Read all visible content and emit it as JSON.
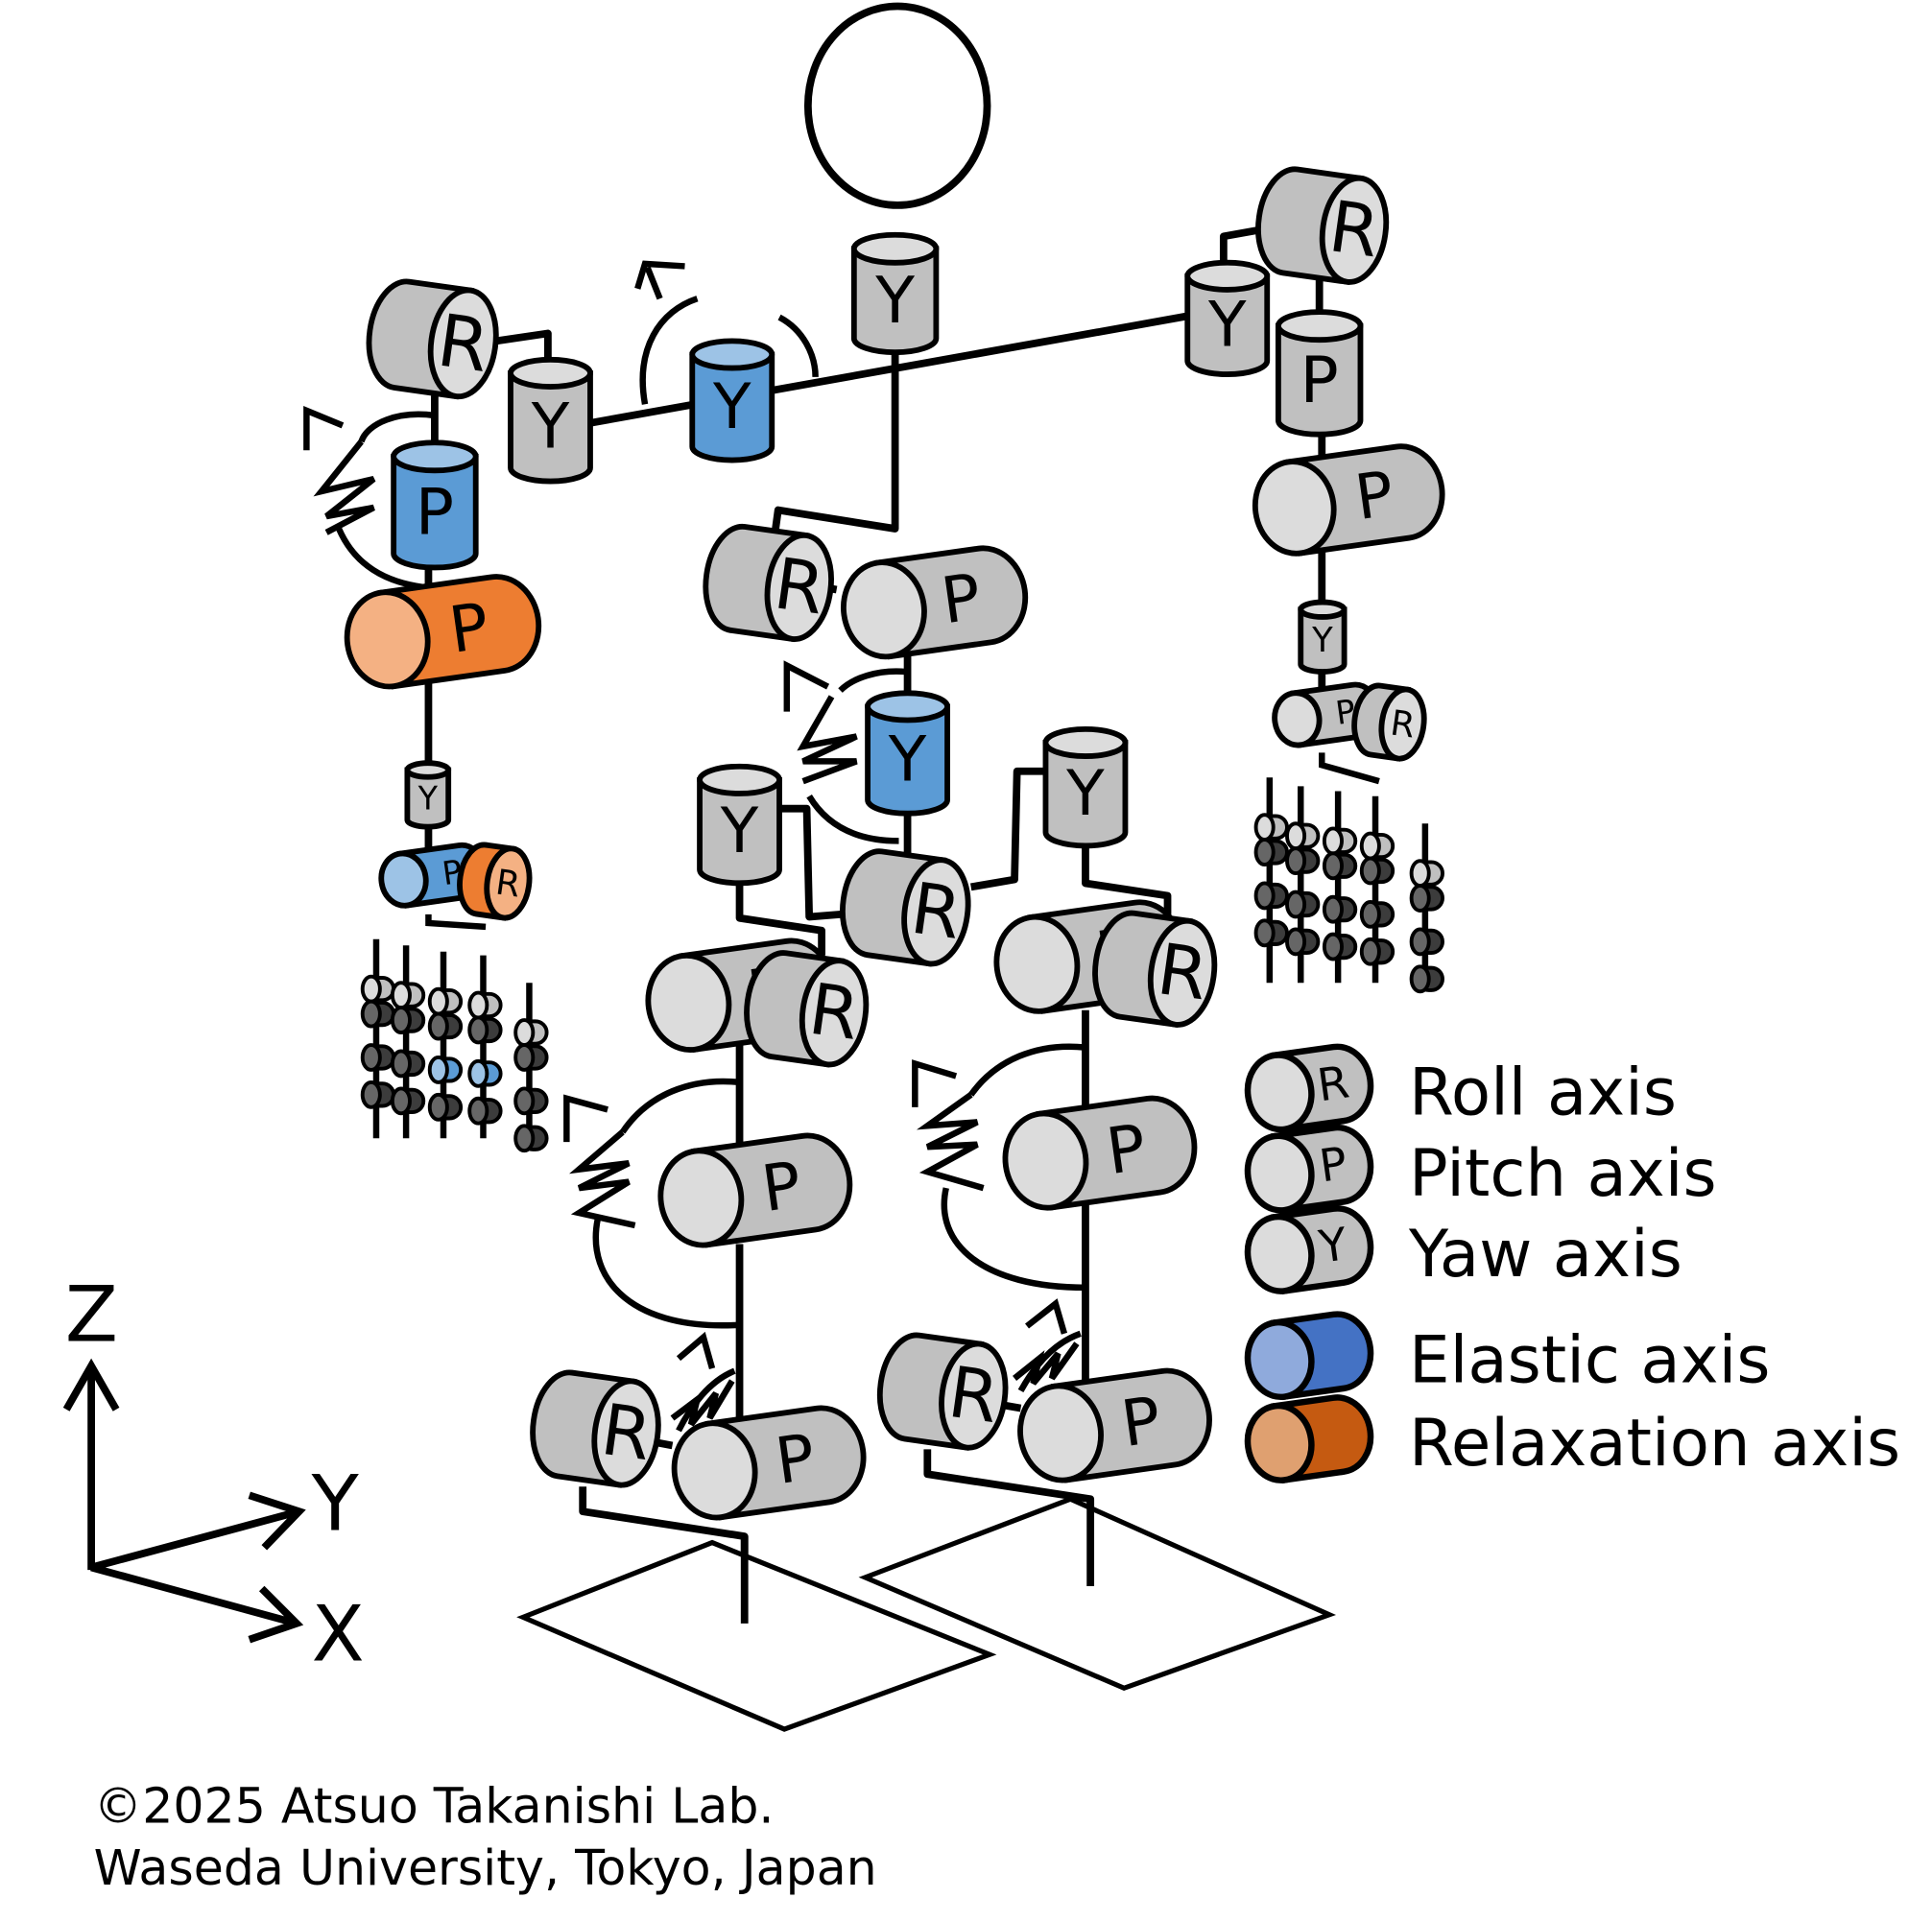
{
  "diagram": {
    "colors": {
      "normal_body": "#c0c0c0",
      "normal_face": "#dcdcdc",
      "elastic_body": "#5b9bd5",
      "elastic_face": "#9dc3e6",
      "relaxation_body": "#ed7d31",
      "relaxation_face": "#f4b183",
      "finger_dark": "#3c3c3c",
      "legend_elastic_body": "#4472c4",
      "legend_elastic_face": "#8faadc",
      "legend_relaxation_body": "#c55a11",
      "legend_relaxation_face": "#dfa070"
    },
    "joints": [
      {
        "label": "Y",
        "type": "normal"
      },
      {
        "label": "Y",
        "type": "normal"
      },
      {
        "label": "R",
        "type": "normal"
      },
      {
        "label": "P",
        "type": "normal"
      },
      {
        "label": "P",
        "type": "normal"
      },
      {
        "label": "Y",
        "type": "normal"
      },
      {
        "label": "P",
        "type": "normal"
      },
      {
        "label": "R",
        "type": "normal"
      },
      {
        "label": "R",
        "type": "normal"
      },
      {
        "label": "Y",
        "type": "normal"
      },
      {
        "label": "Y",
        "type": "elastic"
      },
      {
        "label": "P",
        "type": "elastic"
      },
      {
        "label": "P",
        "type": "relaxation"
      },
      {
        "label": "Y",
        "type": "normal"
      },
      {
        "label": "P",
        "type": "elastic"
      },
      {
        "label": "R",
        "type": "relaxation"
      },
      {
        "label": "R",
        "type": "normal"
      },
      {
        "label": "P",
        "type": "normal"
      },
      {
        "label": "Y",
        "type": "elastic"
      },
      {
        "label": "Y",
        "type": "normal"
      },
      {
        "label": "Y",
        "type": "normal"
      },
      {
        "label": "R",
        "type": "normal"
      },
      {
        "label": "P",
        "type": "normal"
      },
      {
        "label": "R",
        "type": "normal"
      },
      {
        "label": "P",
        "type": "normal"
      },
      {
        "label": "R",
        "type": "normal"
      },
      {
        "label": "P",
        "type": "normal"
      },
      {
        "label": "P",
        "type": "normal"
      },
      {
        "label": "R",
        "type": "normal"
      },
      {
        "label": "P",
        "type": "normal"
      },
      {
        "label": "R",
        "type": "normal"
      },
      {
        "label": "P",
        "type": "normal"
      }
    ],
    "legend": [
      {
        "symbol": "R",
        "label": "Roll axis",
        "type": "normal"
      },
      {
        "symbol": "P",
        "label": "Pitch axis",
        "type": "normal"
      },
      {
        "symbol": "Y",
        "label": "Yaw axis",
        "type": "normal"
      },
      {
        "symbol": "",
        "label": "Elastic axis",
        "type": "legend_elastic"
      },
      {
        "symbol": "",
        "label": "Relaxation axis",
        "type": "legend_relaxation"
      }
    ],
    "axes": {
      "z": "Z",
      "y": "Y",
      "x": "X"
    },
    "copyright": {
      "line1": "©2025 Atsuo Takanishi Lab.",
      "line2": "Waseda University, Tokyo, Japan"
    }
  }
}
